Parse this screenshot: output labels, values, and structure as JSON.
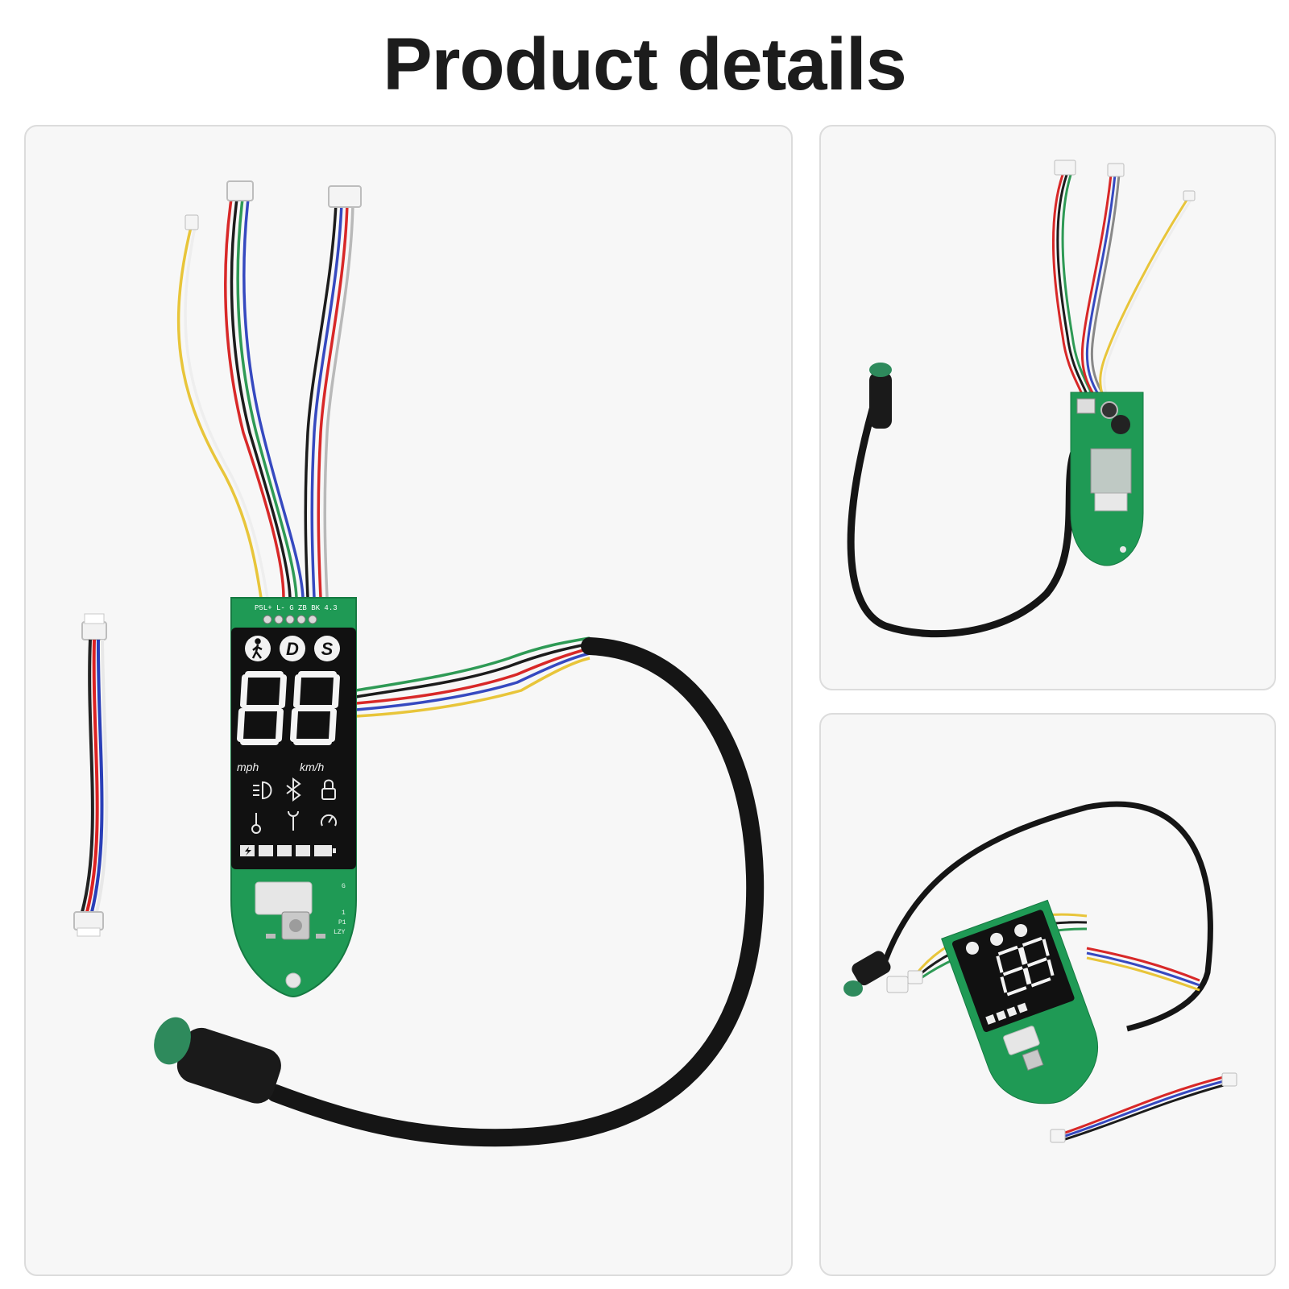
{
  "page": {
    "title": "Product details"
  },
  "main_product": {
    "board_header_labels": "P5L+ L- G ZB BK 4.3",
    "mode_buttons": [
      "D",
      "S"
    ],
    "speed_digits": "88",
    "unit_mph": "mph",
    "unit_kmh": "km/h",
    "side_marks": [
      "G",
      "1",
      "P1",
      "LZY"
    ],
    "colors": {
      "pcb": "#1f9a55",
      "display": "#111111",
      "cable": "#151515",
      "connector": "#2e8a5c"
    }
  },
  "icons": [
    "walk-mode-icon",
    "headlight-icon",
    "bluetooth-icon",
    "lock-icon",
    "temperature-icon",
    "wrench-icon",
    "speedometer-icon",
    "charge-icon"
  ]
}
